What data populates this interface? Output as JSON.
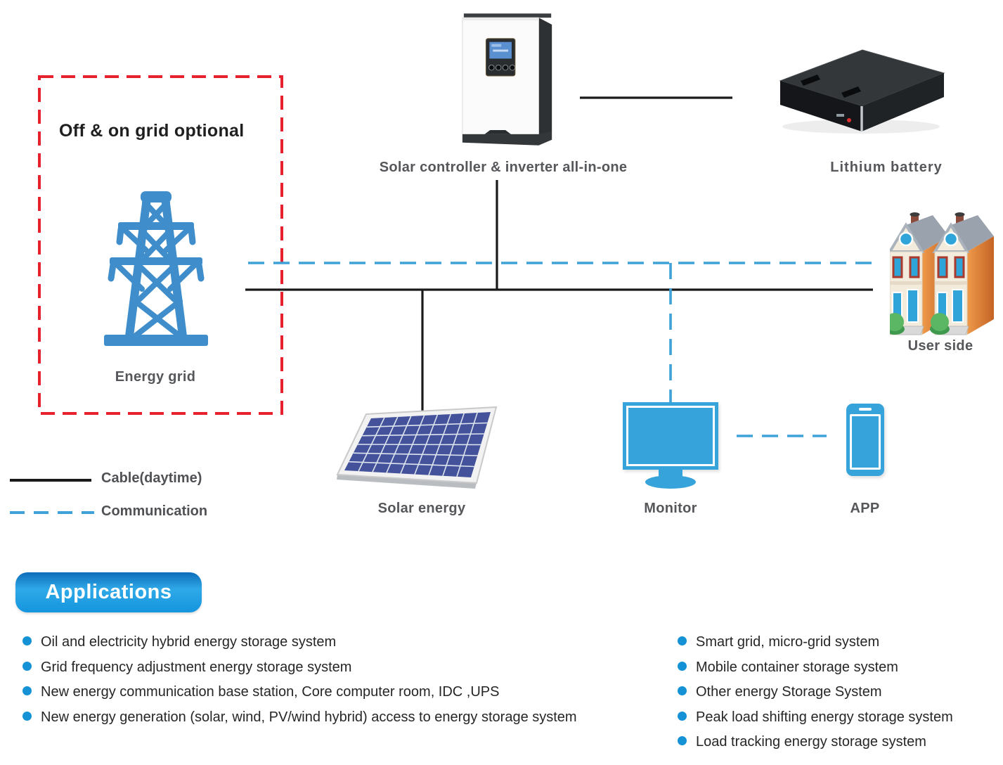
{
  "diagram": {
    "optional_box_label": "Off & on grid optional",
    "nodes": {
      "inverter": {
        "label": "Solar controller & inverter all-in-one"
      },
      "battery": {
        "label": "Lithium battery"
      },
      "energy_grid": {
        "label": "Energy grid"
      },
      "user_side": {
        "label": "User side"
      },
      "solar": {
        "label": "Solar energy"
      },
      "monitor": {
        "label": "Monitor"
      },
      "app": {
        "label": "APP"
      }
    },
    "legend": {
      "cable_label": "Cable(daytime)",
      "communication_label": "Communication"
    },
    "colors": {
      "cable_line": "#1a1a1a",
      "communication_line": "#3ea2d9",
      "optional_box_red": "#e8212e",
      "grid_tower_blue": "#3f8ecb",
      "device_icon_blue": "#36a3da",
      "label_gray": "#55575a",
      "bullet_blue": "#1592d6",
      "applications_button_blue": "#1495dd"
    }
  },
  "applications": {
    "title": "Applications",
    "left_items": [
      "Oil and electricity hybrid energy storage system",
      "Grid frequency adjustment energy storage system",
      "New energy communication base station, Core computer room, IDC ,UPS",
      "New energy generation (solar, wind, PV/wind hybrid) access to energy storage system"
    ],
    "right_items": [
      "Smart grid, micro-grid system",
      "Mobile container storage system",
      "Other energy Storage System",
      "Peak load shifting energy storage system",
      "Load tracking energy storage system"
    ]
  }
}
